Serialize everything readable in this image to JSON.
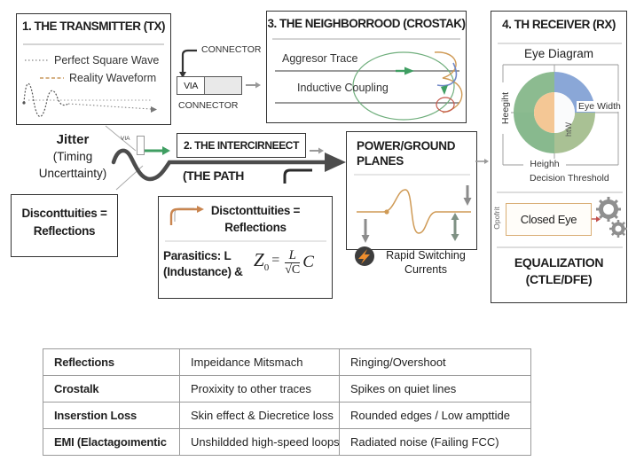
{
  "transmitter": {
    "title": "1. THE TRANSMITTER (TX)",
    "legend_square": "Perfect Square Wave",
    "legend_reality": "Reality Waveform"
  },
  "connector": {
    "top": "CONNECTOR",
    "via": "VIA",
    "bottom": "CONNECTOR"
  },
  "neighborhood": {
    "title": "3. THE NEIGHBORROOD (CROSTAK)",
    "aggressor": "Aggresor Trace",
    "coupling": "Inductive Coupling"
  },
  "receiver": {
    "title": "4. TH RECEIVER (RX)",
    "eye_diagram": "Eye Diagram",
    "height_left": "Heegiht",
    "eye_width": "Eye Width",
    "htw": "htW",
    "height_bottom": "Heighh",
    "decision": "Decision Threshold",
    "opofrit": "Opofrit",
    "closed_eye": "Closed Eye",
    "eq1": "EQUALIZATION",
    "eq2": "(CTLE/DFE)"
  },
  "jitter": {
    "l1": "Jitter",
    "l2": "(Timing",
    "l3": "Uncerttainty)"
  },
  "via_small": "VIA",
  "interconnect": {
    "title": "2. THE INTERCIRNEECT",
    "subtitle": "(THE PATH"
  },
  "power": {
    "t1": "POWER/GROUND",
    "t2": "PLANES"
  },
  "rapid": {
    "l1": "Rapid Switching",
    "l2": "Currents"
  },
  "disc_left": {
    "l1": "Disconttuities =",
    "l2": "Reflections"
  },
  "disc_mid": {
    "l1": "Disctonttuities =",
    "l2": "Reflections",
    "p1": "Parasitics: L",
    "p2": "(Industance) &",
    "fz": "Z",
    "fsub": "0",
    "feq": "=",
    "fnum": "L",
    "fden": "√C",
    "fc": "C"
  },
  "table": {
    "rows": [
      [
        "Reflections",
        "Impeidance Mitsmach",
        "Ringing/Overshoot"
      ],
      [
        "Crostalk",
        "Proxixity to other traces",
        "Spikes on quiet lines"
      ],
      [
        "Inserstion Loss",
        "Skin effect & Diecretice loss",
        "Rounded edges / Low ampttide"
      ],
      [
        "EMI (Elactagoımentic",
        "Unshildded high-speed loops",
        "Radiated noise (Failing FCC)"
      ]
    ]
  },
  "colors": {
    "accent_orange": "#c9854f",
    "signal_green": "#3f9e62",
    "wave_gray": "#4c4c4c",
    "donut_blue": "#8aa7d7",
    "donut_green": "#8cbb90"
  }
}
